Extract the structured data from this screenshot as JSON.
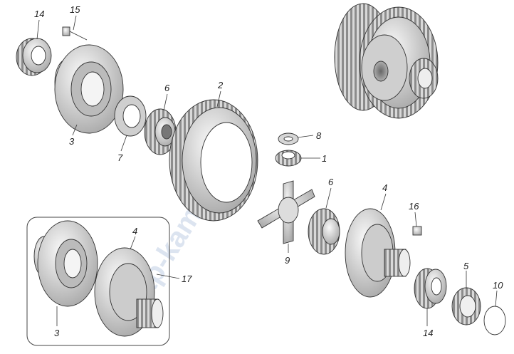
{
  "diagram": {
    "watermark": "ap-kam.ru",
    "parts": [
      {
        "id": "label-14-top",
        "text": "14"
      },
      {
        "id": "label-15",
        "text": "15"
      },
      {
        "id": "label-3-top",
        "text": "3"
      },
      {
        "id": "label-7",
        "text": "7"
      },
      {
        "id": "label-6-left",
        "text": "6"
      },
      {
        "id": "label-2",
        "text": "2"
      },
      {
        "id": "label-8",
        "text": "8"
      },
      {
        "id": "label-1",
        "text": "1"
      },
      {
        "id": "label-6-right",
        "text": "6"
      },
      {
        "id": "label-4-right",
        "text": "4"
      },
      {
        "id": "label-16",
        "text": "16"
      },
      {
        "id": "label-9",
        "text": "9"
      },
      {
        "id": "label-4-box",
        "text": "4"
      },
      {
        "id": "label-17",
        "text": "17"
      },
      {
        "id": "label-3-box",
        "text": "3"
      },
      {
        "id": "label-5",
        "text": "5"
      },
      {
        "id": "label-10",
        "text": "10"
      },
      {
        "id": "label-14-bottom",
        "text": "14"
      }
    ]
  }
}
